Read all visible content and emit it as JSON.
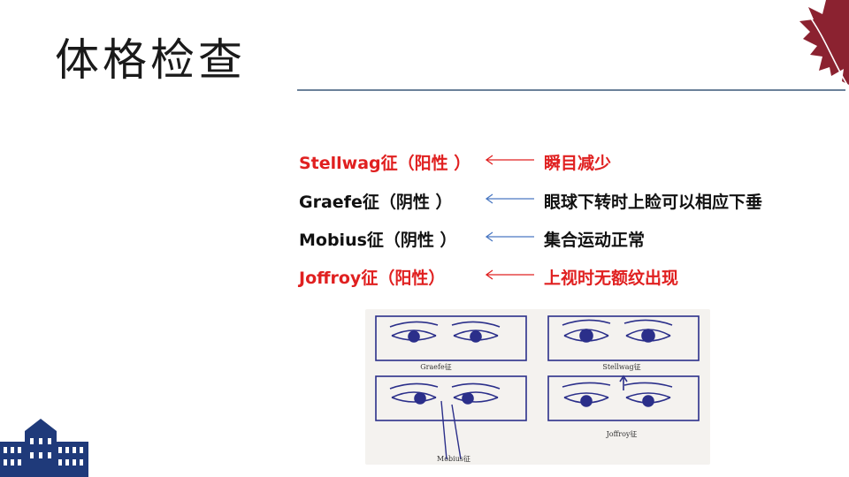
{
  "slide": {
    "title": "体格检查"
  },
  "rows": [
    {
      "sign": "Stellwag征（阳性 ）",
      "description": "瞬目减少",
      "color": "#e02020",
      "arrow_color": "#e02020"
    },
    {
      "sign": "Graefe征（阴性 ）",
      "description": "眼球下转时上睑可以相应下垂",
      "color": "#111111",
      "arrow_color": "#4a78c2"
    },
    {
      "sign": "Mobius征（阴性 ）",
      "description": "集合运动正常",
      "color": "#111111",
      "arrow_color": "#4a78c2"
    },
    {
      "sign": "Joffroy征（阳性）",
      "description": "上视时无额纹出现",
      "color": "#e02020",
      "arrow_color": "#e02020"
    }
  ],
  "figure": {
    "captions": [
      "Graefe征",
      "Stellwag征",
      "Mobius征",
      "Joffroy征"
    ]
  },
  "decor": {
    "leaf_color": "#8b2230",
    "building_color": "#1f3a7a",
    "rule_color": "#6b8199"
  }
}
